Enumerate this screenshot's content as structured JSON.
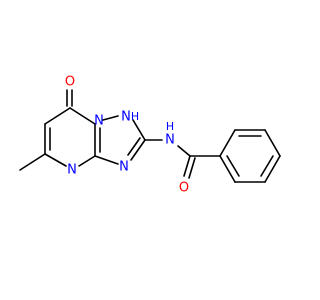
{
  "molecule": {
    "atoms": {
      "o_carbonyl_top": {
        "text": "O",
        "color": "#ff0000"
      },
      "n_bridge": {
        "text": "N",
        "color": "#0000ff"
      },
      "nh_top": {
        "text": "N",
        "color": "#0000ff"
      },
      "h_top": {
        "text": "H",
        "color": "#0000ff"
      },
      "n_amide": {
        "text": "N",
        "color": "#0000ff"
      },
      "h_amide": {
        "text": "H",
        "color": "#0000ff"
      },
      "n_pyrimidine": {
        "text": "N",
        "color": "#0000ff"
      },
      "n_triazole": {
        "text": "N",
        "color": "#0000ff"
      },
      "o_amide": {
        "text": "O",
        "color": "#ff0000"
      }
    }
  }
}
